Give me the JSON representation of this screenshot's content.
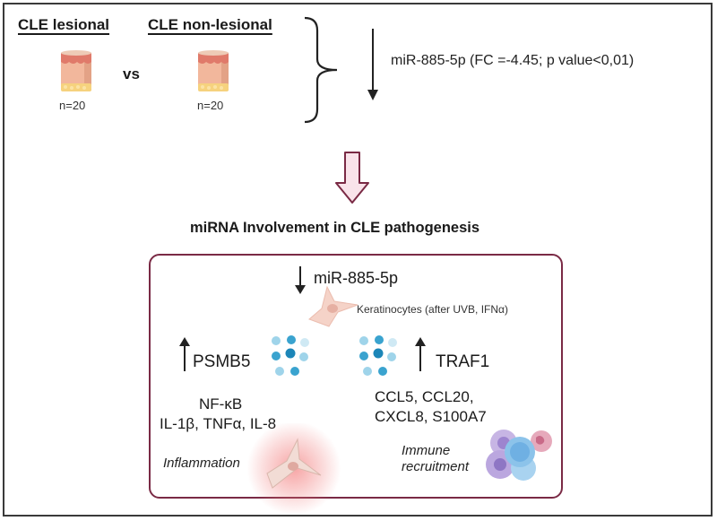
{
  "comparison": {
    "lesional": {
      "title": "CLE lesional",
      "n": "n=20",
      "icon": "skin-sample-icon"
    },
    "non_lesional": {
      "title": "CLE non-lesional",
      "n": "n=20",
      "icon": "skin-sample-icon"
    },
    "vs_label": "vs"
  },
  "result": {
    "direction": "down",
    "text": "miR-885-5p  (FC =-4.45; p value<0,01)"
  },
  "transition_arrow": {
    "icon": "hollow-down-arrow-icon",
    "color": "#7a2a45"
  },
  "section_title": "miRNA Involvement in CLE pathogenesis",
  "pathogenesis": {
    "mirna": {
      "direction": "down",
      "label": "miR-885-5p"
    },
    "cell_label": "Keratinocytes  (after UVB, IFNα)",
    "left": {
      "direction": "up",
      "gene": "PSMB5",
      "mediators": [
        "NF-κB",
        "IL-1β, TNFα, IL-8"
      ],
      "outcome": "Inflammation"
    },
    "right": {
      "direction": "up",
      "gene": "TRAF1",
      "mediators": [
        "CCL5, CCL20,",
        "CXCL8, S100A7"
      ],
      "outcome": [
        "Immune",
        "recruitment"
      ]
    }
  },
  "colors": {
    "frame": "#3a3a3a",
    "box_border": "#7a2a45",
    "arrow_fill": "#f9e3ea",
    "skin": "#f2b79c",
    "skin_top": "#e07a6a",
    "fat": "#f6d27e",
    "dot_dark": "#1c86b8",
    "dot_mid": "#3aa3cf",
    "dot_light": "#9fd4ea"
  }
}
